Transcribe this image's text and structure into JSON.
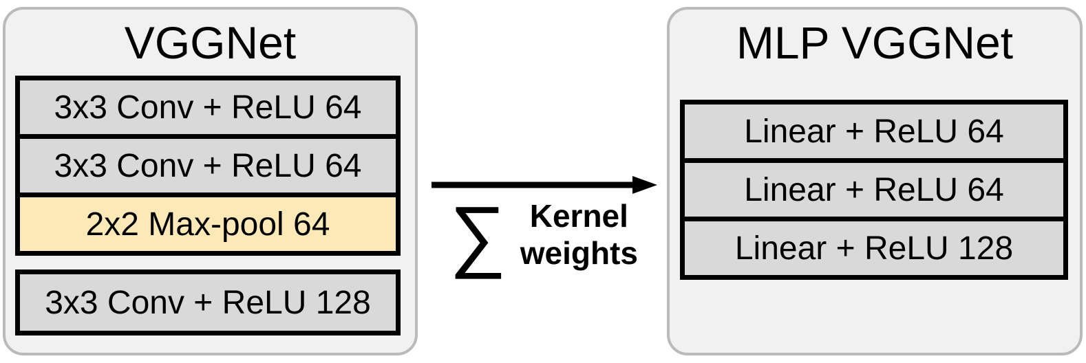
{
  "diagram": {
    "source_network": {
      "title": "VGGNet",
      "layers": [
        {
          "label": "3x3 Conv + ReLU 64",
          "type": "conv"
        },
        {
          "label": "3x3 Conv + ReLU 64",
          "type": "conv"
        },
        {
          "label": "2x2 Max-pool 64",
          "type": "maxpool"
        },
        {
          "label": "3x3 Conv + ReLU 128",
          "type": "conv"
        }
      ]
    },
    "transform": {
      "sigma": "∑",
      "label_line1": "Kernel",
      "label_line2": "weights",
      "arrow_icon": "right-arrow-icon"
    },
    "target_network": {
      "title": "MLP VGGNet",
      "layers": [
        {
          "label": "Linear + ReLU 64",
          "type": "linear"
        },
        {
          "label": "Linear + ReLU 64",
          "type": "linear"
        },
        {
          "label": "Linear + ReLU 128",
          "type": "linear"
        }
      ]
    }
  },
  "colors": {
    "canvas_bg": "#ffffff",
    "panel_bg": "#f1f1f1",
    "panel_border": "#bababa",
    "layer_bg": "#d9d9d9",
    "maxpool_bg": "#fce9b7",
    "layer_border": "#000000",
    "text": "#000000"
  }
}
